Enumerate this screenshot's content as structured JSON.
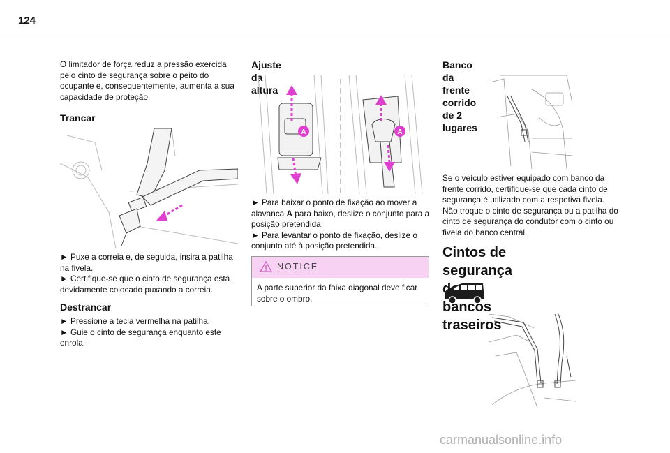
{
  "page": {
    "number": "124"
  },
  "col1": {
    "intro": [
      "O limitador de força reduz a pressão exercida",
      "pelo cinto de segurança sobre o peito do",
      "ocupante e, consequentemente, aumenta a sua",
      "capacidade de proteção."
    ],
    "lock_heading": "Trancar",
    "lock_steps": [
      "► Puxe a correia e, de seguida, insira a patilha",
      "na fivela.",
      "► Certifique-se que o cinto de segurança está",
      "devidamente colocado puxando a correia."
    ],
    "unlock_heading": "Destrancar",
    "unlock_steps": [
      "► Pressione a tecla vermelha na patilha.",
      "► Guie o cinto de segurança enquanto este",
      "enrola."
    ]
  },
  "col2": {
    "heading": "Ajuste da altura",
    "label_a": "A",
    "steps": [
      "► Para baixar o ponto de fixação ao mover a",
      "alavanca ",
      "A",
      " para baixo, deslize o conjunto para a",
      "posição pretendida.",
      "► Para levantar o ponto de fixação, deslize o",
      "conjunto até à posição pretendida."
    ],
    "notice_title": "NOTICE",
    "notice_text": [
      "A parte superior da faixa diagonal deve ficar",
      "sobre o ombro."
    ]
  },
  "col3": {
    "heading": "Banco da frente corrido de 2 lugares",
    "body": [
      "Se o veículo estiver equipado com banco da",
      "frente corrido, certifique-se que cada cinto de",
      "segurança é utilizado com a respetiva fivela.",
      "Não troque o cinto de segurança ou a patilha do",
      "cinto de segurança do condutor com o cinto ou",
      "fivela do banco central."
    ],
    "rear_heading": [
      "Cintos de segurança dos",
      "bancos traseiros"
    ]
  },
  "watermark": "carmanualsonline.info",
  "colors": {
    "accent_magenta": "#e040d0",
    "notice_bg": "#f7d2f3"
  },
  "icons": [
    "warning-triangle-icon",
    "van-icon"
  ]
}
